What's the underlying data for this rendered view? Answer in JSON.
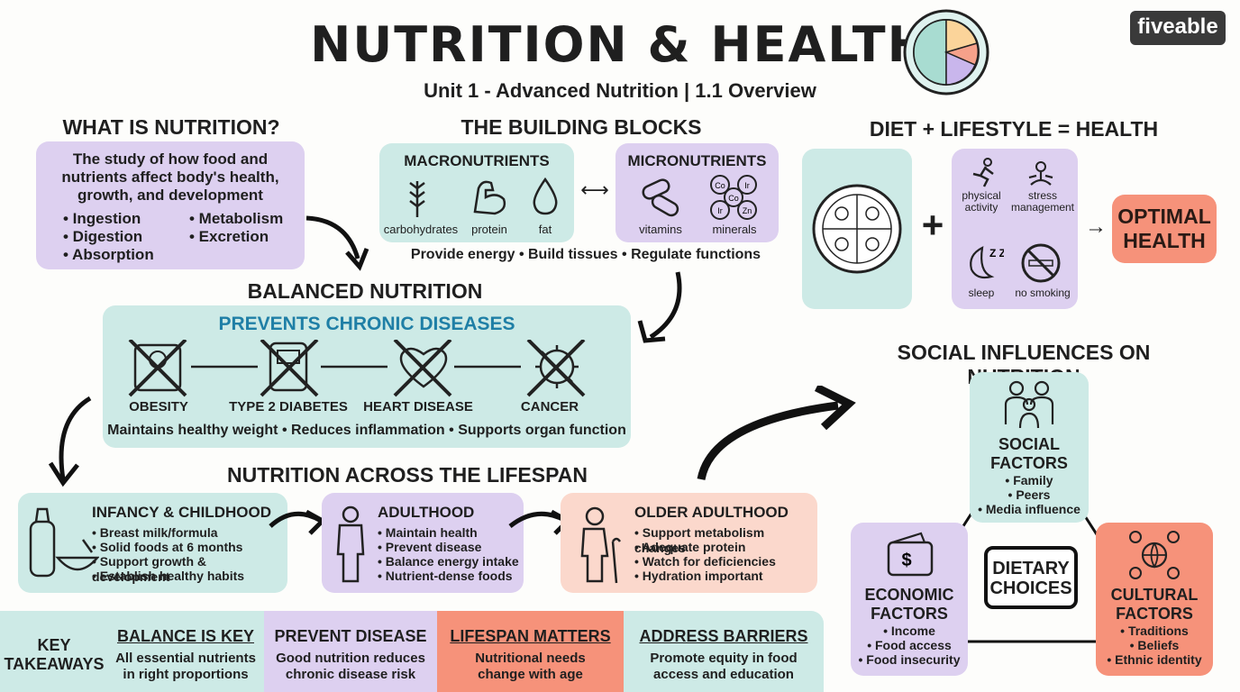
{
  "header": {
    "title": "NUTRITION & HEALTH",
    "subtitle": "Unit 1 - Advanced Nutrition | 1.1 Overview",
    "brand": "fiveable"
  },
  "what_is": {
    "heading": "WHAT IS NUTRITION?",
    "definition": "The study of how food and nutrients affect body's health, growth, and development",
    "items": [
      "• Ingestion",
      "• Metabolism",
      "• Digestion",
      "• Excretion",
      "• Absorption"
    ]
  },
  "building_blocks": {
    "heading": "THE BUILDING BLOCKS",
    "macro_title": "MACRONUTRIENTS",
    "macro_items": [
      "carbohydrates",
      "protein",
      "fat"
    ],
    "micro_title": "MICRONUTRIENTS",
    "micro_items": [
      "vitamins",
      "minerals"
    ],
    "mineral_labels": [
      "Co",
      "Ir",
      "Co",
      "Ir",
      "Zn"
    ],
    "caption": "Provide energy • Build tissues • Regulate functions"
  },
  "diet_lifestyle": {
    "heading": "DIET + LIFESTYLE = HEALTH",
    "plus": "+",
    "factors": [
      "physical activity",
      "stress management",
      "sleep",
      "no smoking"
    ],
    "sleep_mark": "Z Z",
    "result": "OPTIMAL HEALTH"
  },
  "balanced": {
    "heading": "BALANCED NUTRITION",
    "subheading": "PREVENTS CHRONIC DISEASES",
    "diseases": [
      "OBESITY",
      "TYPE 2 DIABETES",
      "HEART DISEASE",
      "CANCER"
    ],
    "caption": "Maintains healthy weight • Reduces inflammation • Supports organ function"
  },
  "lifespan": {
    "heading": "NUTRITION ACROSS THE LIFESPAN",
    "stages": [
      {
        "title": "INFANCY & CHILDHOOD",
        "items": [
          "• Breast milk/formula",
          "• Solid foods at 6 months",
          "• Support growth & development",
          "• Establish healthy habits"
        ]
      },
      {
        "title": "ADULTHOOD",
        "items": [
          "• Maintain health",
          "• Prevent disease",
          "• Balance energy intake",
          "• Nutrient-dense foods"
        ]
      },
      {
        "title": "OLDER ADULTHOOD",
        "items": [
          "• Support metabolism changes",
          "• Adequate protein",
          "• Watch for deficiencies",
          "• Hydration important"
        ]
      }
    ]
  },
  "social": {
    "heading": "SOCIAL INFLUENCES ON NUTRITION",
    "center": "DIETARY CHOICES",
    "social_title": "SOCIAL FACTORS",
    "social_items": [
      "• Family",
      "• Peers",
      "• Media influence"
    ],
    "economic_title": "ECONOMIC FACTORS",
    "economic_items": [
      "• Income",
      "• Food access",
      "• Food insecurity"
    ],
    "cultural_title": "CULTURAL FACTORS",
    "cultural_items": [
      "• Traditions",
      "• Beliefs",
      "• Ethnic identity"
    ]
  },
  "takeaways": {
    "label": "KEY TAKEAWAYS",
    "items": [
      {
        "title": "BALANCE IS KEY",
        "text": "All essential nutrients in right proportions"
      },
      {
        "title": "PREVENT DISEASE",
        "text": "Good nutrition reduces chronic disease risk"
      },
      {
        "title": "LIFESPAN MATTERS",
        "text": "Nutritional needs change with age"
      },
      {
        "title": "ADDRESS BARRIERS",
        "text": "Promote equity in food access and education"
      }
    ]
  },
  "colors": {
    "teal": "#cdeae6",
    "purple": "#ddd0f0",
    "peach": "#fbd8cc",
    "orange": "#f6927a",
    "accent_blue": "#1f7fa6"
  }
}
